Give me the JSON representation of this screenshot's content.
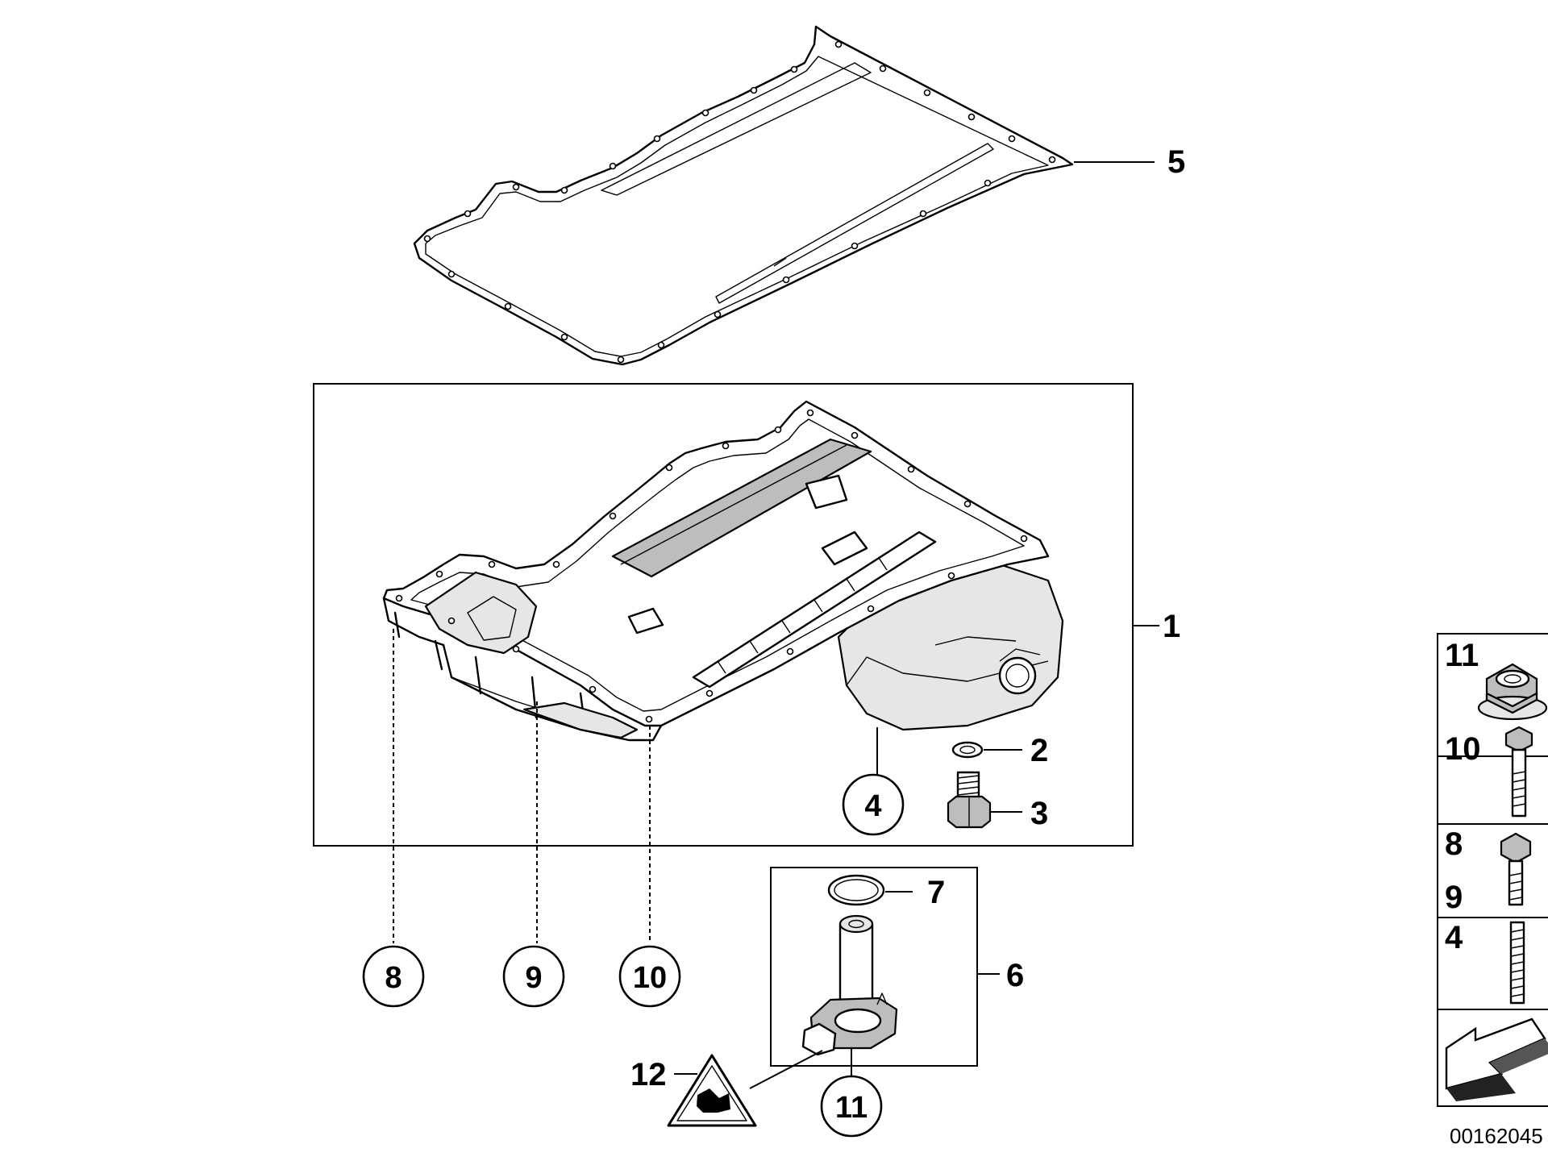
{
  "callouts": {
    "c1": "1",
    "c2": "2",
    "c3": "3",
    "c4": "4",
    "c5": "5",
    "c6": "6",
    "c7": "7",
    "c8": "8",
    "c9": "9",
    "c10": "10",
    "c11": "11",
    "c12": "12"
  },
  "legend": {
    "rows": [
      {
        "label_top": "11",
        "label_bottom": "",
        "icon": "hex-nut-icon"
      },
      {
        "label_top": "10",
        "label_bottom": "",
        "icon": "bolt-icon"
      },
      {
        "label_top": "8",
        "label_bottom": "9",
        "icon": "bolt-icon"
      },
      {
        "label_top": "4",
        "label_bottom": "",
        "icon": "stud-icon"
      }
    ],
    "arrow_icon": "direction-arrow-icon"
  },
  "diagram_code": "00162045"
}
